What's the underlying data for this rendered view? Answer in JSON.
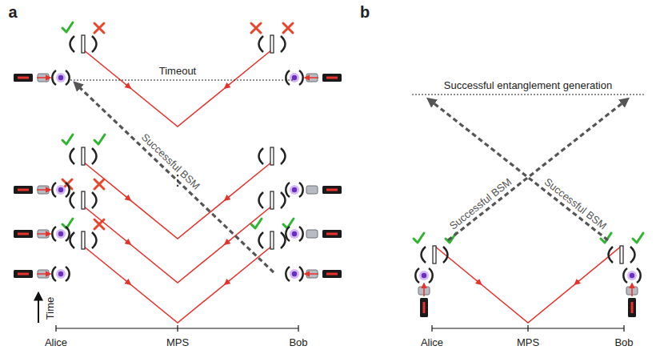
{
  "diagram": {
    "labels": [
      "a",
      "Timeout",
      "Successful BSM",
      "⋮",
      "Time",
      "Alice",
      "MPS",
      "Bob",
      "b",
      "Successful entanglement generation",
      "Successful BSM",
      "Successful BSM",
      "Alice",
      "MPS",
      "Bob"
    ]
  }
}
